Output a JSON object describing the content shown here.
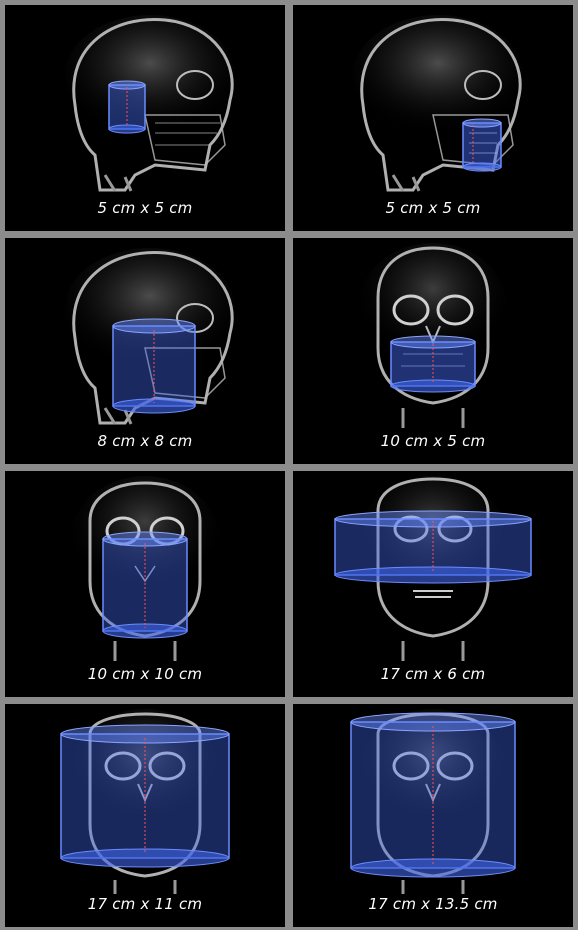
{
  "panels": [
    {
      "caption": "5 cm x 5 cm",
      "view": "side",
      "region": "tmj-joint"
    },
    {
      "caption": "5 cm x 5 cm",
      "view": "side",
      "region": "molar"
    },
    {
      "caption": "8 cm x 8 cm",
      "view": "side",
      "region": "mandible-side"
    },
    {
      "caption": "10 cm x 5 cm",
      "view": "front",
      "region": "jaws"
    },
    {
      "caption": "10 cm x 10 cm",
      "view": "front",
      "region": "mid-face"
    },
    {
      "caption": "17 cm x 6 cm",
      "view": "front",
      "region": "upper-dental-wide"
    },
    {
      "caption": "17 cm x 11 cm",
      "view": "front",
      "region": "full-face"
    },
    {
      "caption": "17 cm x 13.5 cm",
      "view": "front",
      "region": "full-skull"
    }
  ],
  "colors": {
    "background": "#8c8c8c",
    "panel": "#000000",
    "bone": "#d8d8d8",
    "fov": "#3f64e6"
  }
}
